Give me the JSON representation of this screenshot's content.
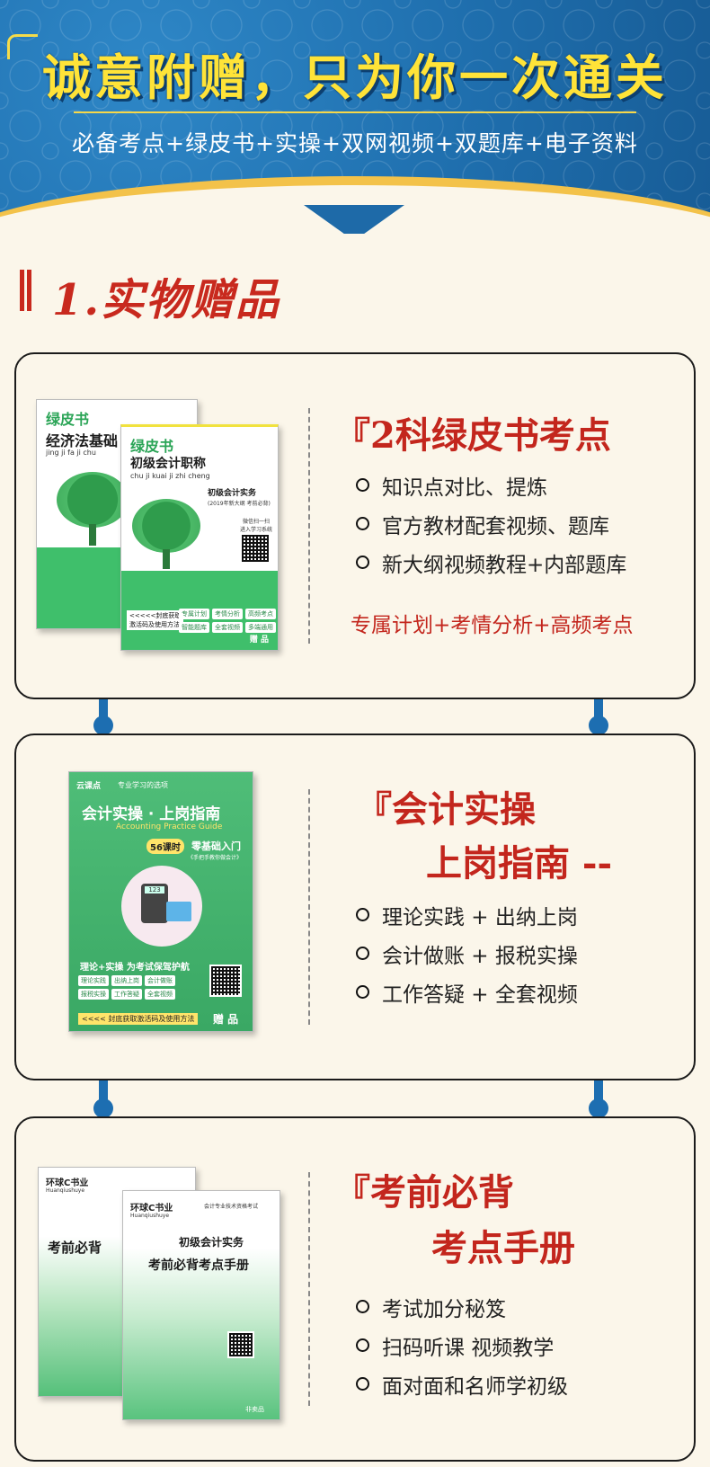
{
  "header": {
    "title": "诚意附赠，只为你一次通关",
    "subtitle": "必备考点+绿皮书+实操+双网视频+双题库+电子资料"
  },
  "section": {
    "title": "1.实物赠品"
  },
  "cards": [
    {
      "title": "『2科绿皮书考点",
      "bullets": [
        "知识点对比、提炼",
        "官方教材配套视频、题库",
        "新大纲视频教程+内部题库"
      ],
      "extra": "专属计划+考情分析+高频考点",
      "book_back": {
        "brand": "绿皮书",
        "title": "经济法基础",
        "pinyin": "jing  ji  fa  ji  chu"
      },
      "book_front": {
        "brand": "绿皮书",
        "title": "初级会计职称",
        "pinyin": "chu  ji  kuai  ji  zhi  cheng",
        "subject": "初级会计实务",
        "edition": "(2019年新大纲 考前必背)",
        "scan": "微信扫一扫\n进入学习系统",
        "banner": "<<<<<封底获取\n激活码及使用方法",
        "tags": [
          "专属计划",
          "考情分析",
          "高频考点",
          "智能题库",
          "全套视频",
          "多端通用"
        ],
        "gift": "赠 品"
      }
    },
    {
      "title_line1": "『会计实操",
      "title_line2": "上岗指南 --",
      "bullets": [
        "理论实践 + 出纳上岗",
        "会计做账 + 报税实操",
        "工作答疑 + 全套视频"
      ],
      "book": {
        "brand": "云课点",
        "slogan": "专业学习的选项",
        "title": "会计实操 · 上岗指南",
        "en": "Accounting Practice Guide",
        "hours": "56课时",
        "zero": "零基础入门",
        "zero_sub": "《手把手教你做会计》",
        "motto": "理论+实操 为考试保驾护航",
        "tags": [
          "理论实践",
          "出纳上岗",
          "会计做账",
          "报税实操",
          "工作答疑",
          "全套视频"
        ],
        "banner": "<<<<  封底获取激活码及使用方法",
        "gift": "赠 品",
        "calc": "123"
      }
    },
    {
      "title_line1": "『考前必背",
      "title_line2": "考点手册",
      "bullets": [
        "考试加分秘笈",
        "扫码听课  视频教学",
        "面对面和名师学初级"
      ],
      "book_back": {
        "brand": "环球C书业",
        "brand_en": "Huanqiushuye",
        "title": "考前必背"
      },
      "book_front": {
        "brand": "环球C书业",
        "brand_en": "Huanqiushuye",
        "top_note": "会计专业技术资格考试",
        "subject": "初级会计实务",
        "title": "考前必背考点手册",
        "gift": "非卖品"
      }
    }
  ],
  "colors": {
    "header_blue": "#1f6fae",
    "title_yellow": "#ffe338",
    "accent_red": "#c3261d",
    "connector_blue": "#1d6eb1",
    "book_green": "#3fbf6b",
    "background": "#fbf6ea"
  }
}
